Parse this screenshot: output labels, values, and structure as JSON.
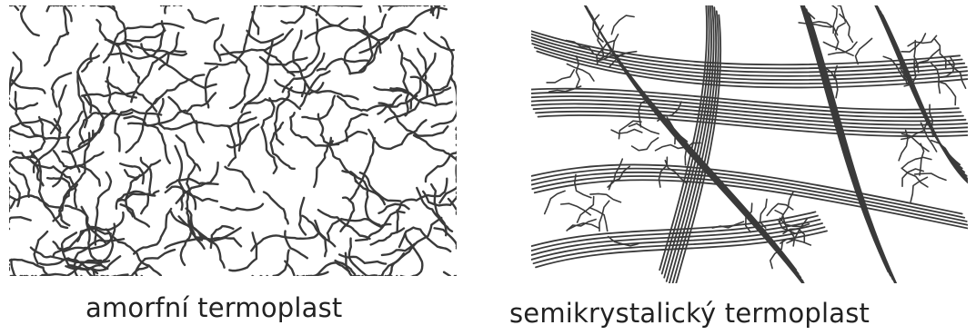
{
  "panels": [
    {
      "caption": "amorfní termoplast",
      "structure": "amorphous",
      "line_color": "#3a3a3a"
    },
    {
      "caption": "semikrystalický termoplast",
      "structure": "semicrystalline",
      "line_color": "#3a3a3a"
    }
  ]
}
